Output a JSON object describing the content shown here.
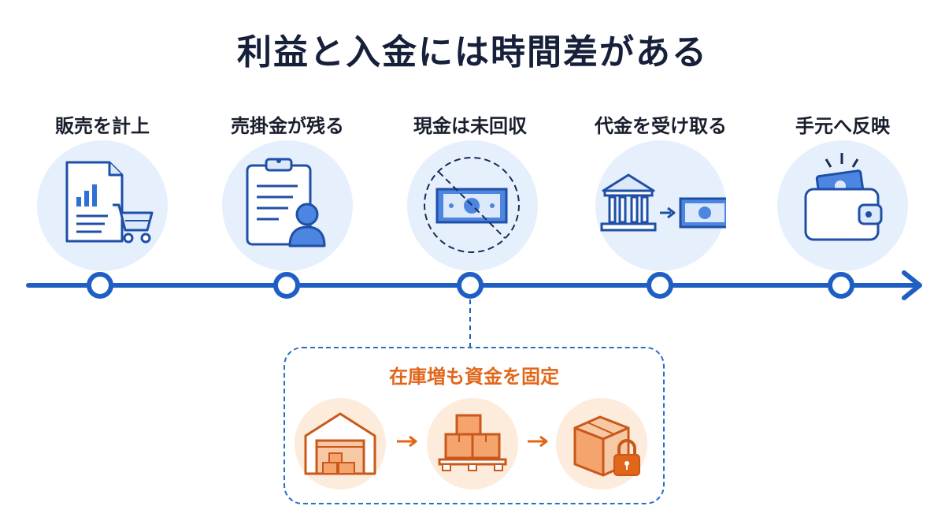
{
  "title": "利益と入金には時間差がある",
  "steps": [
    {
      "label": "販売を計上",
      "icon": "sales-report-cart-icon"
    },
    {
      "label": "売掛金が残る",
      "icon": "clipboard-person-icon"
    },
    {
      "label": "現金は未回収",
      "icon": "banknote-crossed-icon"
    },
    {
      "label": "代金を受け取る",
      "icon": "bank-to-banknote-icon"
    },
    {
      "label": "手元へ反映",
      "icon": "wallet-cash-icon"
    }
  ],
  "inventory": {
    "title": "在庫増も資金を固定",
    "icons": [
      "warehouse-icon",
      "stacked-boxes-icon",
      "locked-box-icon"
    ]
  },
  "colors": {
    "primary_blue": "#1f5fc4",
    "circle_blue": "#e6f0fc",
    "accent_orange": "#e2661a",
    "circle_orange": "#fdebdc",
    "text_dark": "#16203a"
  }
}
